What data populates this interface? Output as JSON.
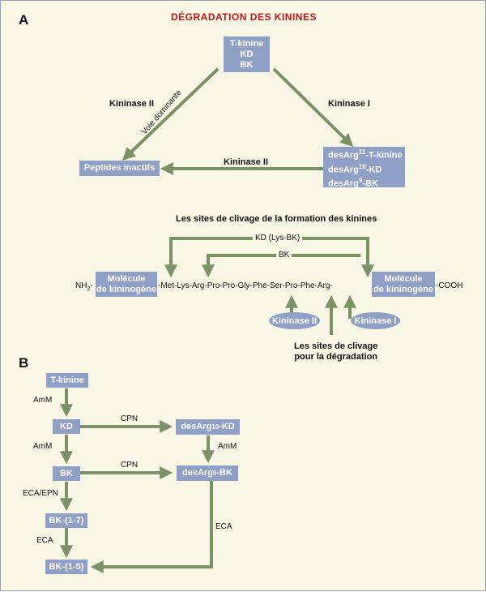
{
  "title": "DÉGRADATION DES KININES",
  "panels": {
    "a": "A",
    "b": "B"
  },
  "section_a": {
    "top_box": [
      "T-kinine",
      "KD",
      "BK"
    ],
    "right_box": [
      "desArg11-T-kinine",
      "desArg10-KD",
      "desArg9-BK"
    ],
    "right_box_parts": [
      {
        "pre": "desArg",
        "sup": "11",
        "post": "-T-kinine"
      },
      {
        "pre": "desArg",
        "sup": "10",
        "post": "-KD"
      },
      {
        "pre": "desArg",
        "sup": "9",
        "post": "-BK"
      }
    ],
    "left_box": "Peptides inactifs",
    "kininase_ii_left": "Kininase II",
    "kininase_i_right": "Kininase I",
    "voie_dominante": "Voie dominante",
    "kininase_ii_bottom": "Kininase II"
  },
  "cleavage": {
    "title": "Les sites de clivage de la formation des kinines",
    "kd_label": "KD (Lys-BK)",
    "bk_label": "BK",
    "nh2": "NH2-",
    "cooh": "-COOH",
    "molecule_left": [
      "Molécule",
      "de kininogène"
    ],
    "molecule_right": [
      "Molécule",
      "de kininogène"
    ],
    "sequence": "-Met-Lys-Arg-Pro-Pro-Gly-Phe-Ser-Pro-Phe-Arg-",
    "kininase_ii": "Kininase II",
    "kininase_i": "Kininase I",
    "degradation_sites": [
      "Les sites de clivage",
      "pour la dégradation"
    ]
  },
  "section_b": {
    "t_kinine": "T-kinine",
    "kd": "KD",
    "bk": "BK",
    "bk17": "BK-(1-7)",
    "bk15": "BK-(1-5)",
    "desarg10": {
      "pre": "desArg",
      "sup": "10",
      "post": "-KD"
    },
    "desarg9": {
      "pre": "desArg",
      "sup": "9",
      "post": "-BK"
    },
    "amm1": "AmM",
    "amm2": "AmM",
    "amm3": "AmM",
    "cpn1": "CPN",
    "cpn2": "CPN",
    "eca_epn": "ECA/EPN",
    "eca1": "ECA",
    "eca2": "ECA"
  },
  "colors": {
    "box": "#8f9fc6",
    "arrow": "#7d9169",
    "title": "#c0161a",
    "background": "#f8f7e6"
  }
}
